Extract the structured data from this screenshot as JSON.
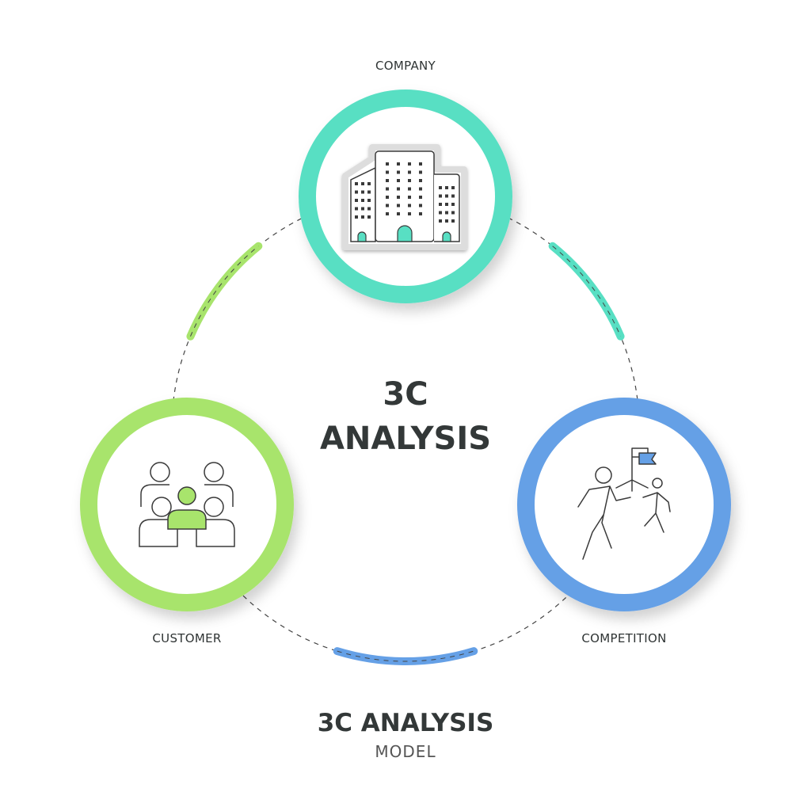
{
  "center": {
    "line1": "3C",
    "line2": "ANALYSIS"
  },
  "nodes": [
    {
      "label": "COMPANY",
      "color": "#58dfc3",
      "icon": "office-building-icon"
    },
    {
      "label": "CUSTOMER",
      "color": "#a8e46c",
      "icon": "customer-group-icon"
    },
    {
      "label": "COMPETITION",
      "color": "#65a0e6",
      "icon": "competitors-race-flag-icon"
    }
  ],
  "footer": {
    "title": "3C ANALYSIS",
    "subtitle": "MODEL"
  }
}
